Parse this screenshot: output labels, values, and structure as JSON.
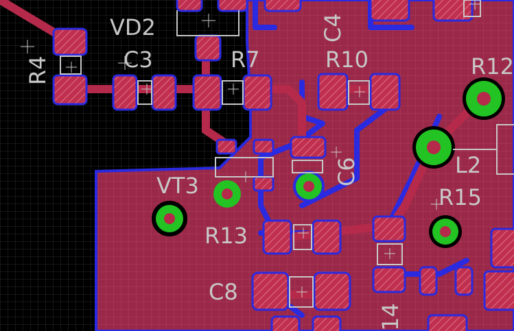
{
  "colors": {
    "background": "#000000",
    "grid": "#2a2a2a",
    "copper_top": "#b52a4a",
    "copper_fill": "#9a2848",
    "copper_bottom": "#2a2ae0",
    "pad": "#c0304e",
    "silk": "#c8c8c8",
    "via_ring": "#22c322",
    "via_hole": "#b52a4a"
  },
  "labels": {
    "vd2": "VD2",
    "c3": "C3",
    "r7": "R7",
    "r4": "R4",
    "c4": "C4",
    "r10": "R10",
    "r12": "R12",
    "l2": "L2",
    "c6": "C6",
    "vt3": "VT3",
    "r15": "R15",
    "r13": "R13",
    "c8": "C8",
    "r14": "14"
  }
}
